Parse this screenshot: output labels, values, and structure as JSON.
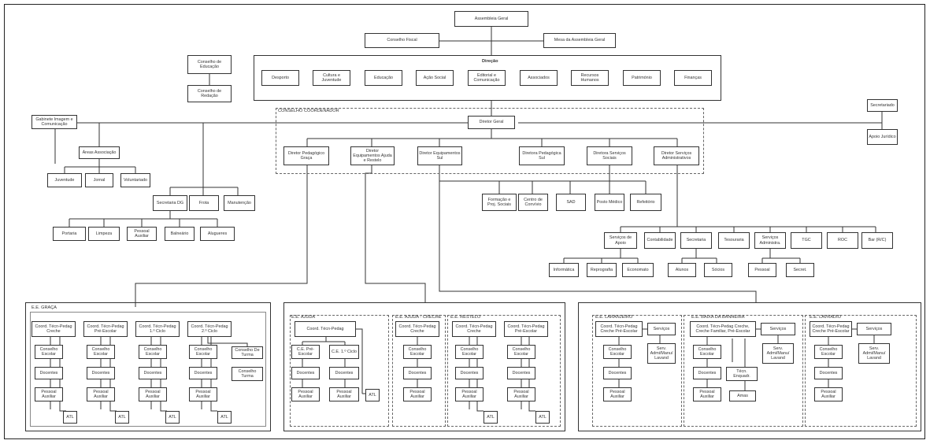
{
  "top": {
    "assembleia": "Assembleia Geral",
    "conselho_fiscal": "Conselho Fiscal",
    "mesa": "Mesa da Assembleia Geral",
    "conselho_educacao": "Conselho de Educação",
    "conselho_redacao": "Conselho de Redação"
  },
  "direcao": {
    "title": "Direção",
    "items": [
      "Desporto",
      "Cultura e Juventude",
      "Educação",
      "Ação Social",
      "Editorial e Comunicação",
      "Associados",
      "Recursos Humanos",
      "Património",
      "Finanças"
    ]
  },
  "coordenador": {
    "label": "CONSELHO COORDENADOR",
    "diretor_geral": "Diretor Geral",
    "diretores": [
      "Diretor Pedagógico Graça",
      "Diretor Equipamentos Ajuda e Restelo",
      "Diretor Equipamentos Sul",
      "Diretora Pedagógica Sul",
      "Diretora Serviços Sociais",
      "Diretor Serviços Administrativos"
    ]
  },
  "right_top": {
    "secretariado": "Secretariado",
    "apoio": "Apoio Jurídico"
  },
  "left": {
    "gabinete": "Gabinete Imagem e Comunicação",
    "areas": "Áreas Associação",
    "areas_items": [
      "Juventude",
      "Jornal",
      "Voluntariado"
    ],
    "secretaria": "Secretaria DG",
    "frota": "Frota",
    "manutencao": "Manutenção",
    "sec_items": [
      "Portaria",
      "Limpeza",
      "Pessoal Auxiliar",
      "Balneário",
      "Alugueres"
    ]
  },
  "social": [
    "Formação e Proj. Sociais",
    "Centro de Convívio",
    "SAD",
    "Posto Médico",
    "Refeitório"
  ],
  "admin": {
    "items": [
      "Serviços de Apoio",
      "Contabilidade",
      "Secretaria",
      "Tesouraria",
      "Serviços Administra.",
      "TGC",
      "ROC",
      "Bar (R/C)"
    ],
    "apoio_sub": [
      "Informática",
      "Reprografia",
      "Economato"
    ],
    "sec_sub": [
      "Alunos",
      "Sócios"
    ],
    "adm_sub": [
      "Pessoal",
      "Secret."
    ]
  },
  "graca": {
    "title": "E.E. GRAÇA",
    "coords": [
      "Coord. Técn-Pedag Creche",
      "Coord. Técn-Pedag Pré-Escolar",
      "Coord. Técn-Pedag 1.º Ciclo",
      "Coord. Técn-Pedag 2.º Ciclo"
    ],
    "conselho": "Conselho Escolar",
    "docentes": "Docentes",
    "pessoal": "Pessoal Auxiliar",
    "atl": "ATL",
    "turma1": "Conselho De Turma",
    "turma2": "Conselho Turma"
  },
  "ajuda": {
    "title": "E.E. AJUDA",
    "coord": "Coord. Técn-Pedag",
    "ce_pre": "C.E. Pré-Escolar",
    "ce_1": "C.E. 1.º Ciclo",
    "docentes": "Docentes",
    "pessoal": "Pessoal Auxiliar",
    "atl": "ATL",
    "creche_title": "E.E. AJUDA - CRECHE",
    "creche_coord": "Coord. Técn-Pedag Creche",
    "conselho": "Conselho Escolar",
    "restelo_title": "E.E. RESTELO",
    "restelo_coord1": "Coord. Técn-Pedag Creche",
    "restelo_coord2": "Coord. Técn-Pedag Pré-Escolar"
  },
  "sul": {
    "laranjeiro_title": "E.E. LARANJEIRO",
    "laranjeiro_coord": "Coord. Técn-Pedag Creche Pré-Escolar",
    "servicos": "Serviços",
    "serv_sub": "Serv. Admi/Manu/ Lavand",
    "conselho": "Conselho Escolar",
    "docentes": "Docentes",
    "pessoal": "Pessoal Auxiliar",
    "baixa_title": "E.E. BAIXA DA BANHEIRA",
    "baixa_coord": "Coord. Técn-Pedag Creche, Creche Familiar, Pré-Escolar",
    "tecn": "Técn. Enquadr.",
    "amas": "Amas",
    "lavradio_title": "E.E. LAVRADIO",
    "lavradio_coord": "Coord. Técn-Pedag Creche Pré-Escolar"
  }
}
